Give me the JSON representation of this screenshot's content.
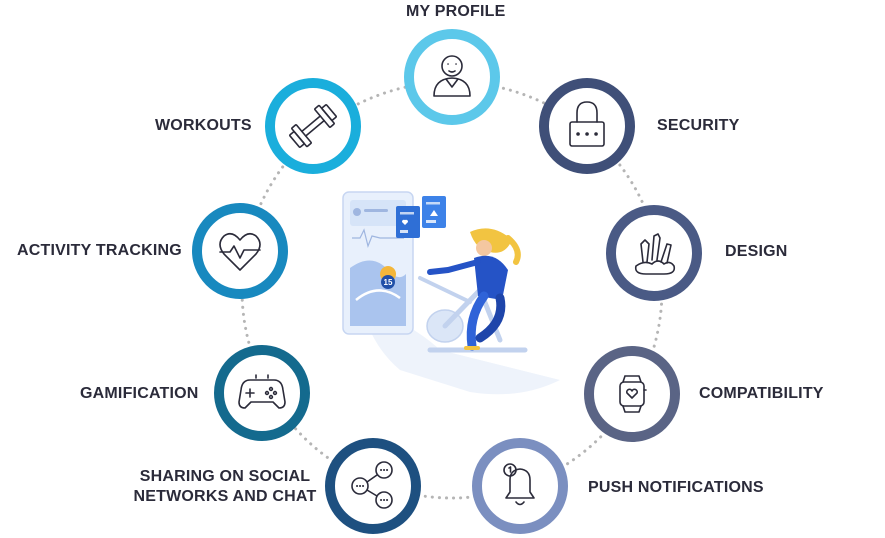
{
  "features": [
    {
      "id": "my-profile",
      "label": "MY PROFILE",
      "color": "#5cc8ea",
      "icon": "user-icon"
    },
    {
      "id": "security",
      "label": "SECURITY",
      "color": "#3f4f78",
      "icon": "lock-icon"
    },
    {
      "id": "design",
      "label": "DESIGN",
      "color": "#4a5a85",
      "icon": "design-tools-icon"
    },
    {
      "id": "compatibility",
      "label": "COMPATIBILITY",
      "color": "#5a6485",
      "icon": "smartwatch-icon"
    },
    {
      "id": "push-notifications",
      "label": "PUSH NOTIFICATIONS",
      "color": "#7b8fc0",
      "icon": "bell-icon"
    },
    {
      "id": "sharing",
      "label_line1": "SHARING ON SOCIAL",
      "label_line2": "NETWORKS AND CHAT",
      "color": "#1e5080",
      "icon": "share-icon"
    },
    {
      "id": "gamification",
      "label": "GAMIFICATION",
      "color": "#146a8e",
      "icon": "gamepad-icon"
    },
    {
      "id": "activity-tracking",
      "label": "ACTIVITY TRACKING",
      "color": "#1889bf",
      "icon": "heart-pulse-icon"
    },
    {
      "id": "workouts",
      "label": "WORKOUTS",
      "color": "#1aaedc",
      "icon": "dumbbell-icon"
    }
  ],
  "illustration": {
    "name": "cyclist-with-phone-illustration",
    "map_marker": "15"
  }
}
